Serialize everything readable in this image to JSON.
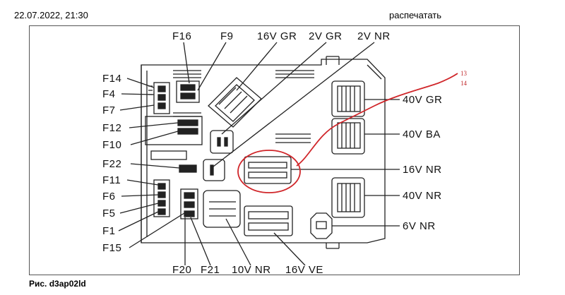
{
  "header": {
    "date": "22.07.2022, 21:30",
    "print": "распечатать"
  },
  "caption": "Рис. d3ap02ld",
  "labels": {
    "f16": "F16",
    "f9": "F9",
    "top_16v_gr": "16V GR",
    "top_2v_gr": "2V GR",
    "top_2v_nr": "2V NR",
    "f14": "F14",
    "f4": "F4",
    "f7": "F7",
    "f12": "F12",
    "f10": "F10",
    "f22": "F22",
    "f11": "F11",
    "f6": "F6",
    "f5": "F5",
    "f1": "F1",
    "f15": "F15",
    "r_40v_gr": "40V GR",
    "r_40v_ba": "40V BA",
    "r_16v_nr": "16V NR",
    "r_40v_nr": "40V NR",
    "r_6v_nr": "6V NR",
    "f20": "F20",
    "f21": "F21",
    "b_10v_nr": "10V NR",
    "b_16v_ve": "16V VE"
  },
  "annotation": {
    "line1": "13",
    "line2": "14",
    "color": "#d0262a"
  }
}
